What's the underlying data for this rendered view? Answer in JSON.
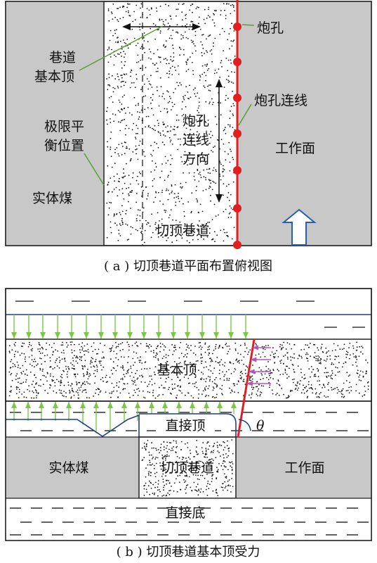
{
  "panel_a": {
    "labels": {
      "blast_hole": "炮孔",
      "basic_roof_l1": "巷道",
      "basic_roof_l2": "基本顶",
      "hole_line": "炮孔连线",
      "limit_l1": "极限平",
      "limit_l2": "衡位置",
      "dir_l1": "炮孔",
      "dir_l2": "连线",
      "dir_l3": "方向",
      "working_face": "工作面",
      "solid_coal": "实体煤",
      "roadway": "切顶巷道"
    },
    "caption": "( a ) 切顶巷道平面布置俯视图"
  },
  "panel_b": {
    "labels": {
      "basic_roof": "基本顶",
      "immediate_roof": "直接顶",
      "theta": "θ",
      "solid_coal": "实体煤",
      "roadway": "切顶巷道",
      "working_face": "工作面",
      "immediate_floor": "直接底"
    },
    "caption": "( b ) 切顶巷道基本顶受力"
  },
  "colors": {
    "coal_gray": "#c8c8c8",
    "blast_red": "#e02020",
    "arrow_green": "#7ac943",
    "arrow_purple": "#b455b6",
    "line_blue": "#1f3e8c",
    "leader_green": "#5aa02c",
    "outline_blue": "#2a5db0"
  }
}
